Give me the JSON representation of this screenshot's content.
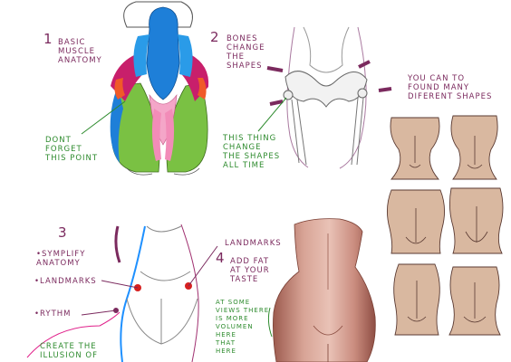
{
  "sections": {
    "s1": {
      "number": "1",
      "title": "BASIC\nMUSCLE\nANATOMY",
      "note": "DONT\nFORGET\nTHIS POINT"
    },
    "s2": {
      "number": "2",
      "title": "BONES\nCHANGE\nTHE\nSHAPES",
      "note": "THIS THING\nCHANGE\nTHE SHAPES\nALL TIME"
    },
    "shapes": {
      "title": "YOU CAN TO\nFOUND MANY\nDIFERENT SHAPES"
    },
    "s3": {
      "number": "3",
      "bullets": [
        "SYMPLIFY\nANATOMY",
        "LANDMARKS",
        "RYTHM"
      ],
      "note": "CREATE THE\nILLUSION OF"
    },
    "landmarks": {
      "label": "LANDMARKS"
    },
    "s4": {
      "number": "4",
      "title": "ADD FAT\nAT YOUR\nTASTE",
      "note": "AT SOME\nVIEWS THERE\nIS MORE\nVOLUMEN\nHERE\nTHAT\nHERE"
    }
  },
  "colors": {
    "ink": "#7b2a5e",
    "green_note": "#2e8b2e",
    "muscle_blue": "#1e7fd8",
    "muscle_green": "#7ac143",
    "muscle_pink": "#e8408f",
    "muscle_magenta": "#c81f6b",
    "skin": "#d9b8a0",
    "body_shade": "#c48a78"
  }
}
